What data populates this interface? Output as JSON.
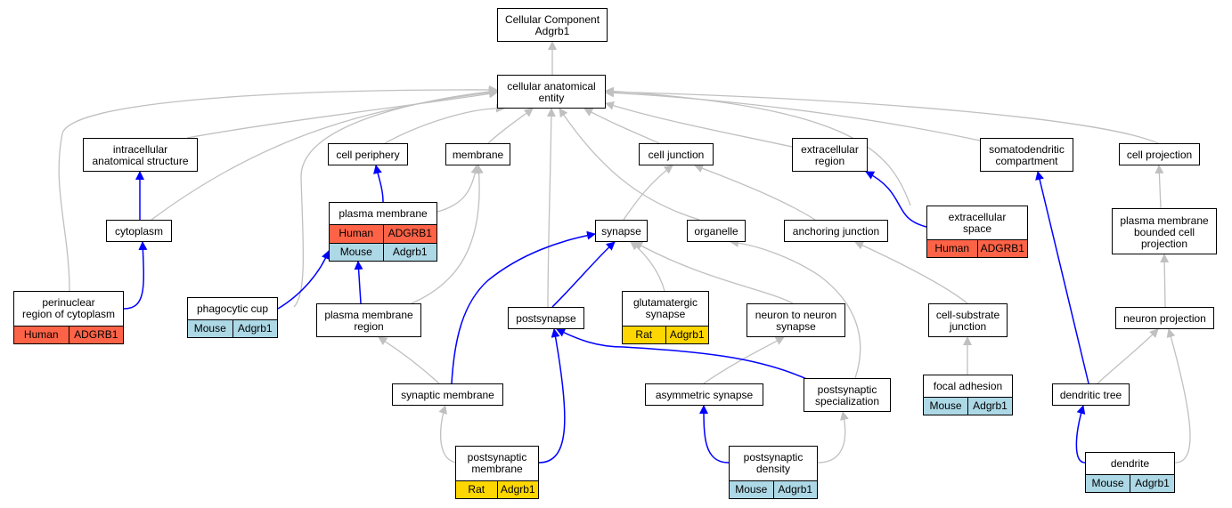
{
  "diagram": {
    "colors": {
      "is_a_edge": "#c0c0c0",
      "part_of_edge": "#0000ff",
      "Human": "#ff6347",
      "Mouse": "#add8e6",
      "Rat": "#ffd700"
    },
    "nodes": {
      "root": {
        "lines": [
          "Cellular Component",
          "Adgrb1"
        ]
      },
      "cae": {
        "lines": [
          "cellular anatomical",
          "entity"
        ]
      },
      "ias": {
        "lines": [
          "intracellular",
          "anatomical structure"
        ]
      },
      "cp": {
        "lines": [
          "cell periphery"
        ]
      },
      "mem": {
        "lines": [
          "membrane"
        ]
      },
      "cj": {
        "lines": [
          "cell junction"
        ]
      },
      "ecr": {
        "lines": [
          "extracellular",
          "region"
        ]
      },
      "sdc": {
        "lines": [
          "somatodendritic",
          "compartment"
        ]
      },
      "cproj": {
        "lines": [
          "cell projection"
        ]
      },
      "cyto": {
        "lines": [
          "cytoplasm"
        ]
      },
      "pm": {
        "lines": [
          "plasma membrane"
        ],
        "rows": [
          [
            "Human",
            "ADGRB1"
          ],
          [
            "Mouse",
            "Adgrb1"
          ]
        ]
      },
      "syn": {
        "lines": [
          "synapse"
        ]
      },
      "org": {
        "lines": [
          "organelle"
        ]
      },
      "aj": {
        "lines": [
          "anchoring junction"
        ]
      },
      "ecs": {
        "lines": [
          "extracellular",
          "space"
        ],
        "rows": [
          [
            "Human",
            "ADGRB1"
          ]
        ]
      },
      "pmbcp": {
        "lines": [
          "plasma membrane",
          "bounded cell",
          "projection"
        ]
      },
      "prc": {
        "lines": [
          "perinuclear",
          "region of cytoplasm"
        ],
        "rows": [
          [
            "Human",
            "ADGRB1"
          ]
        ]
      },
      "phc": {
        "lines": [
          "phagocytic cup"
        ],
        "rows": [
          [
            "Mouse",
            "Adgrb1"
          ]
        ]
      },
      "pmr": {
        "lines": [
          "plasma membrane",
          "region"
        ]
      },
      "psyn": {
        "lines": [
          "postsynapse"
        ]
      },
      "glu": {
        "lines": [
          "glutamatergic",
          "synapse"
        ],
        "rows": [
          [
            "Rat",
            "Adgrb1"
          ]
        ]
      },
      "n2n": {
        "lines": [
          "neuron to neuron",
          "synapse"
        ]
      },
      "csj": {
        "lines": [
          "cell-substrate",
          "junction"
        ]
      },
      "np": {
        "lines": [
          "neuron projection"
        ]
      },
      "sm": {
        "lines": [
          "synaptic membrane"
        ]
      },
      "asy": {
        "lines": [
          "asymmetric synapse"
        ]
      },
      "pss": {
        "lines": [
          "postsynaptic",
          "specialization"
        ]
      },
      "fa": {
        "lines": [
          "focal adhesion"
        ],
        "rows": [
          [
            "Mouse",
            "Adgrb1"
          ]
        ]
      },
      "dt": {
        "lines": [
          "dendritic tree"
        ]
      },
      "psm": {
        "lines": [
          "postsynaptic",
          "membrane"
        ],
        "rows": [
          [
            "Rat",
            "Adgrb1"
          ]
        ]
      },
      "psd": {
        "lines": [
          "postsynaptic",
          "density"
        ],
        "rows": [
          [
            "Mouse",
            "Adgrb1"
          ]
        ]
      },
      "den": {
        "lines": [
          "dendrite"
        ],
        "rows": [
          [
            "Mouse",
            "Adgrb1"
          ]
        ]
      }
    },
    "edges": [
      {
        "from": "cae",
        "to": "root",
        "type": "is_a"
      },
      {
        "from": "ias",
        "to": "cae",
        "type": "is_a"
      },
      {
        "from": "cp",
        "to": "cae",
        "type": "is_a"
      },
      {
        "from": "mem",
        "to": "cae",
        "type": "is_a"
      },
      {
        "from": "cj",
        "to": "cae",
        "type": "is_a"
      },
      {
        "from": "ecr",
        "to": "cae",
        "type": "is_a"
      },
      {
        "from": "sdc",
        "to": "cae",
        "type": "is_a"
      },
      {
        "from": "cproj",
        "to": "cae",
        "type": "is_a"
      },
      {
        "from": "cyto",
        "to": "cae",
        "type": "is_a"
      },
      {
        "from": "cyto",
        "to": "ias",
        "type": "part_of"
      },
      {
        "from": "pm",
        "to": "cp",
        "type": "part_of"
      },
      {
        "from": "pm",
        "to": "mem",
        "type": "is_a"
      },
      {
        "from": "prc",
        "to": "cae",
        "type": "is_a"
      },
      {
        "from": "prc",
        "to": "cyto",
        "type": "part_of"
      },
      {
        "from": "phc",
        "to": "cae",
        "type": "is_a"
      },
      {
        "from": "phc",
        "to": "pm",
        "type": "part_of"
      },
      {
        "from": "pmr",
        "to": "pm",
        "type": "part_of"
      },
      {
        "from": "pmr",
        "to": "mem",
        "type": "is_a"
      },
      {
        "from": "psyn",
        "to": "cae",
        "type": "is_a"
      },
      {
        "from": "psyn",
        "to": "syn",
        "type": "part_of"
      },
      {
        "from": "syn",
        "to": "cj",
        "type": "is_a"
      },
      {
        "from": "org",
        "to": "cae",
        "type": "is_a"
      },
      {
        "from": "aj",
        "to": "cj",
        "type": "is_a"
      },
      {
        "from": "ecs",
        "to": "cae",
        "type": "is_a"
      },
      {
        "from": "ecs",
        "to": "ecr",
        "type": "part_of"
      },
      {
        "from": "pmbcp",
        "to": "cproj",
        "type": "is_a"
      },
      {
        "from": "glu",
        "to": "syn",
        "type": "is_a"
      },
      {
        "from": "n2n",
        "to": "syn",
        "type": "is_a"
      },
      {
        "from": "csj",
        "to": "aj",
        "type": "is_a"
      },
      {
        "from": "np",
        "to": "pmbcp",
        "type": "is_a"
      },
      {
        "from": "sm",
        "to": "pmr",
        "type": "is_a"
      },
      {
        "from": "sm",
        "to": "syn",
        "type": "part_of"
      },
      {
        "from": "asy",
        "to": "n2n",
        "type": "is_a"
      },
      {
        "from": "pss",
        "to": "psyn",
        "type": "part_of"
      },
      {
        "from": "pss",
        "to": "org",
        "type": "is_a"
      },
      {
        "from": "fa",
        "to": "csj",
        "type": "is_a"
      },
      {
        "from": "dt",
        "to": "np",
        "type": "is_a"
      },
      {
        "from": "dt",
        "to": "sdc",
        "type": "part_of"
      },
      {
        "from": "psm",
        "to": "sm",
        "type": "is_a"
      },
      {
        "from": "psm",
        "to": "psyn",
        "type": "part_of"
      },
      {
        "from": "psd",
        "to": "pss",
        "type": "is_a"
      },
      {
        "from": "psd",
        "to": "asy",
        "type": "part_of"
      },
      {
        "from": "den",
        "to": "dt",
        "type": "part_of"
      },
      {
        "from": "den",
        "to": "np",
        "type": "is_a"
      }
    ]
  }
}
